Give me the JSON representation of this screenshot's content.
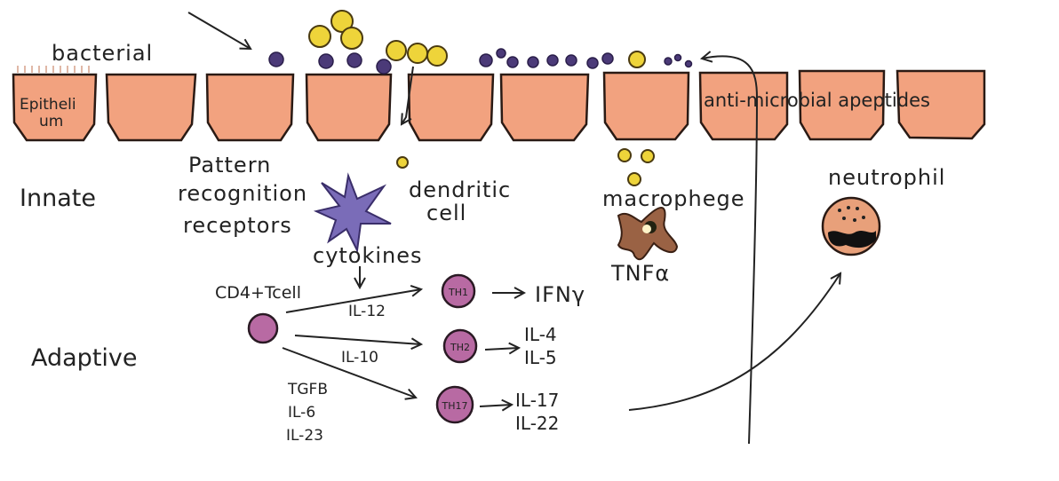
{
  "labels": {
    "bacterial": "bacterial",
    "epithelium_line1": "Epitheli",
    "epithelium_line2": "um",
    "innate": "Innate",
    "adaptive": "Adaptive",
    "prr_line1": "Pattern",
    "prr_line2": "recognition",
    "prr_line3": "receptors",
    "dendritic_line1": "dendritic",
    "dendritic_line2": "cell",
    "macrophage": "macrophege",
    "tnfa": "TNFα",
    "neutrophil": "neutrophil",
    "amp": "anti-microbial apeptides",
    "cytokines": "cytokines",
    "cd4": "CD4+Tcell",
    "il12": "IL-12",
    "il10": "IL-10",
    "tgfb": "TGFB",
    "il6": "IL-6",
    "il23": "IL-23",
    "th1": "TH1",
    "th2": "TH2",
    "th17": "TH17",
    "ifny": "IFNγ",
    "il4": "IL-4",
    "il5": "IL-5",
    "il17": "IL-17",
    "il22": "IL-22"
  },
  "colors": {
    "epithelial_cell": "#f2a27f",
    "bacteria_purple": "#4b3a78",
    "bacteria_yellow": "#eed43a",
    "dendritic_cell": "#7a6cb8",
    "macrophage": "#9a6244",
    "t_cell": "#b86aa3"
  }
}
